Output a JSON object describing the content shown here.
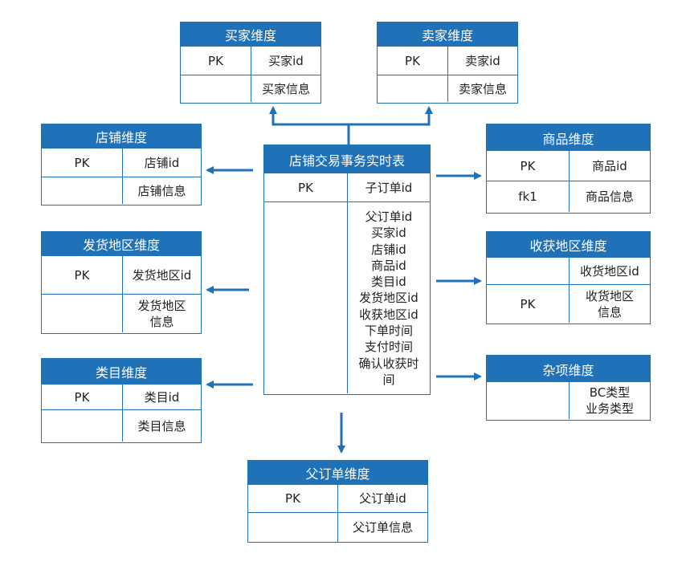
{
  "colors": {
    "accent": "#1f72b8",
    "header_text": "#ffffff"
  },
  "fact_table": {
    "title": "店铺交易事务实时表",
    "pk_label": "PK",
    "pk_field": "子订单id",
    "fields": [
      "父订单id",
      "买家id",
      "店铺id",
      "商品id",
      "类目id",
      "发货地区id",
      "收获地区id",
      "下单时间",
      "支付时间",
      "确认收获时",
      "间"
    ]
  },
  "dimensions": {
    "buyer": {
      "title": "买家维度",
      "rows": [
        [
          "PK",
          "买家id"
        ],
        [
          "",
          "买家信息"
        ]
      ]
    },
    "seller": {
      "title": "卖家维度",
      "rows": [
        [
          "PK",
          "卖家id"
        ],
        [
          "",
          "卖家信息"
        ]
      ]
    },
    "shop": {
      "title": "店铺维度",
      "rows": [
        [
          "PK",
          "店铺id"
        ],
        [
          "",
          "店铺信息"
        ]
      ]
    },
    "product": {
      "title": "商品维度",
      "rows": [
        [
          "PK",
          "商品id"
        ],
        [
          "fk1",
          "商品信息"
        ]
      ]
    },
    "ship_region": {
      "title": "发货地区维度",
      "rows": [
        [
          "PK",
          "发货地区id"
        ],
        [
          "",
          "发货地区\n信息"
        ]
      ]
    },
    "recv_region": {
      "title": "收获地区维度",
      "rows": [
        [
          "",
          "收货地区id"
        ],
        [
          "PK",
          "收货地区\n信息"
        ]
      ]
    },
    "category": {
      "title": "类目维度",
      "rows": [
        [
          "PK",
          "类目id"
        ],
        [
          "",
          "类目信息"
        ]
      ]
    },
    "misc": {
      "title": "杂项维度",
      "rows": [
        [
          "",
          "BC类型\n业务类型"
        ]
      ]
    },
    "parent_order": {
      "title": "父订单维度",
      "rows": [
        [
          "PK",
          "父订单id"
        ],
        [
          "",
          "父订单信息"
        ]
      ]
    }
  }
}
